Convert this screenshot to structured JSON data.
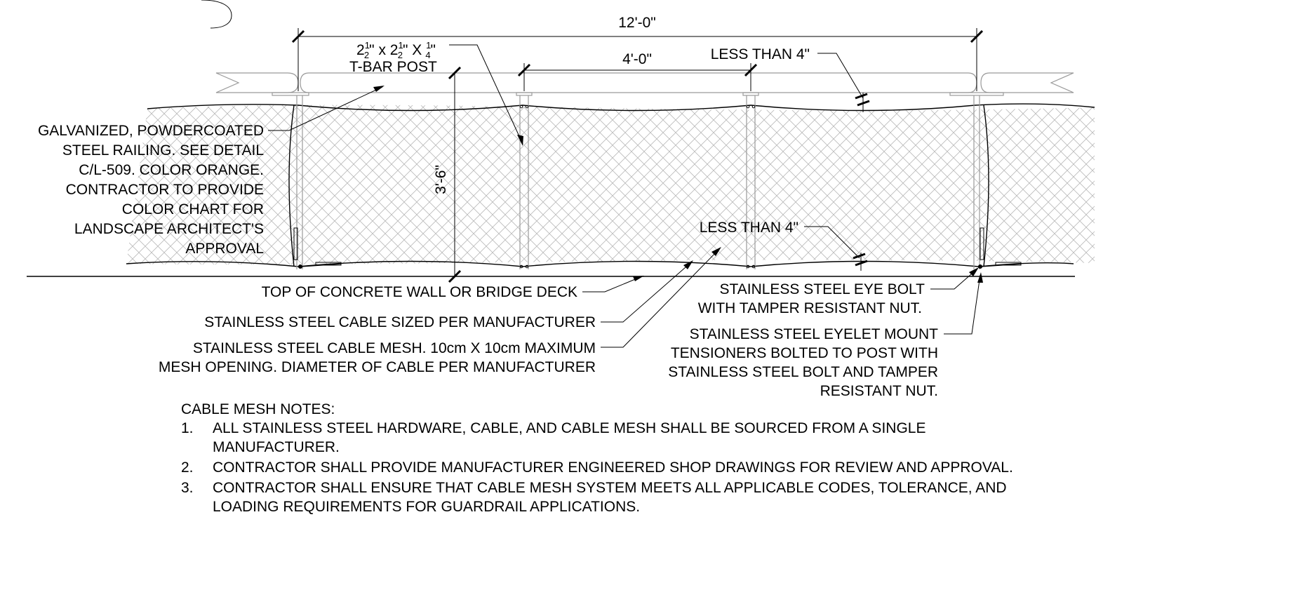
{
  "dimensions": {
    "overall_length": "12'-0\"",
    "post_spacing": "4'-0\"",
    "rail_height": "3'-6\"",
    "gap_top": "LESS THAN 4\"",
    "gap_bottom": "LESS THAN 4\""
  },
  "tbar_post": {
    "size": {
      "whole_1": "2",
      "num_1": "1",
      "den_1": "2",
      "sep_1": "\" x ",
      "whole_2": "2",
      "num_2": "1",
      "den_2": "2",
      "sep_2": "\" X ",
      "num_3": "1",
      "den_3": "4",
      "end": "\""
    },
    "label": "T-BAR POST"
  },
  "railing_note": [
    "GALVANIZED, POWDERCOATED",
    "STEEL RAILING. SEE DETAIL",
    "C/L-509. COLOR ORANGE.",
    "CONTRACTOR TO PROVIDE",
    "COLOR CHART FOR",
    "LANDSCAPE ARCHITECT'S",
    "APPROVAL"
  ],
  "callouts": {
    "concrete": "TOP OF CONCRETE WALL OR BRIDGE DECK",
    "cable": "STAINLESS STEEL CABLE SIZED PER MANUFACTURER",
    "mesh": [
      "STAINLESS STEEL CABLE MESH. 10cm X 10cm MAXIMUM",
      "MESH OPENING. DIAMETER OF CABLE PER MANUFACTURER"
    ],
    "eye_bolt": [
      "STAINLESS STEEL EYE BOLT",
      "WITH TAMPER RESISTANT NUT."
    ],
    "eyelet_mount": [
      "STAINLESS STEEL EYELET MOUNT",
      "TENSIONERS BOLTED TO POST WITH",
      "STAINLESS STEEL BOLT AND TAMPER",
      "RESISTANT NUT."
    ]
  },
  "notes": {
    "title": "CABLE MESH  NOTES:",
    "items": [
      {
        "num": "1.",
        "lines": [
          "ALL STAINLESS STEEL HARDWARE, CABLE, AND CABLE MESH SHALL BE SOURCED FROM A SINGLE",
          "MANUFACTURER."
        ]
      },
      {
        "num": "2.",
        "lines": [
          "CONTRACTOR SHALL PROVIDE MANUFACTURER ENGINEERED SHOP DRAWINGS FOR REVIEW AND APPROVAL."
        ]
      },
      {
        "num": "3.",
        "lines": [
          "CONTRACTOR SHALL ENSURE THAT CABLE MESH SYSTEM MEETS ALL APPLICABLE CODES, TOLERANCE, AND",
          "LOADING REQUIREMENTS FOR GUARDRAIL APPLICATIONS."
        ]
      }
    ]
  }
}
